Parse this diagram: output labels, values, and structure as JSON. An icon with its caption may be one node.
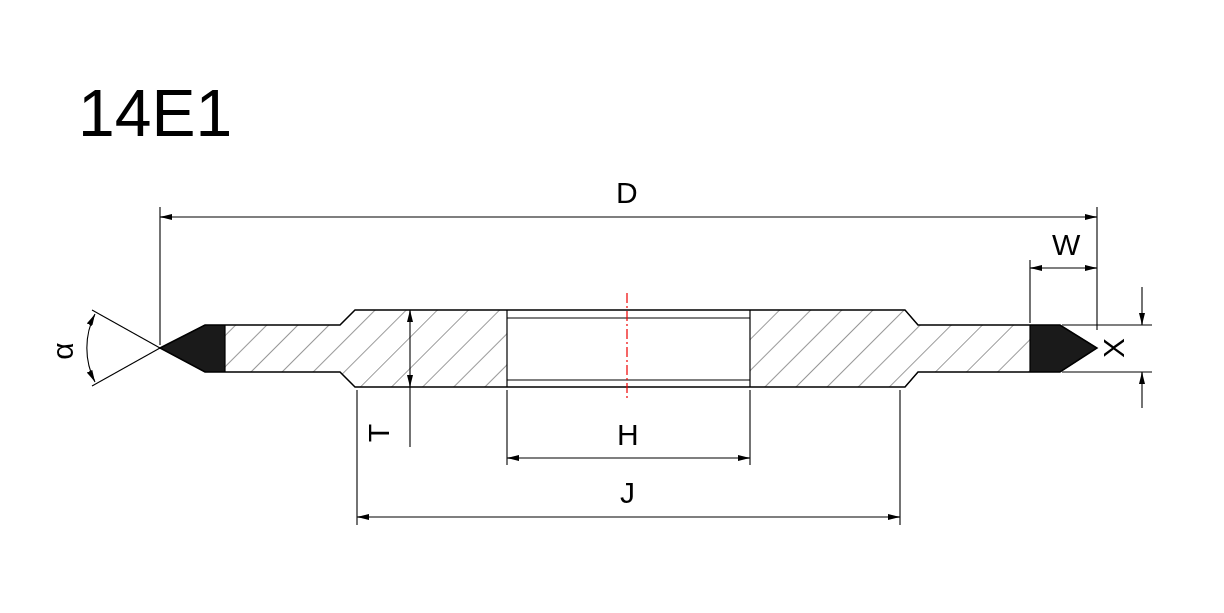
{
  "diagram": {
    "title": "14E1",
    "labels": [
      "D",
      "W",
      "α",
      "X",
      "T",
      "H",
      "J"
    ]
  }
}
